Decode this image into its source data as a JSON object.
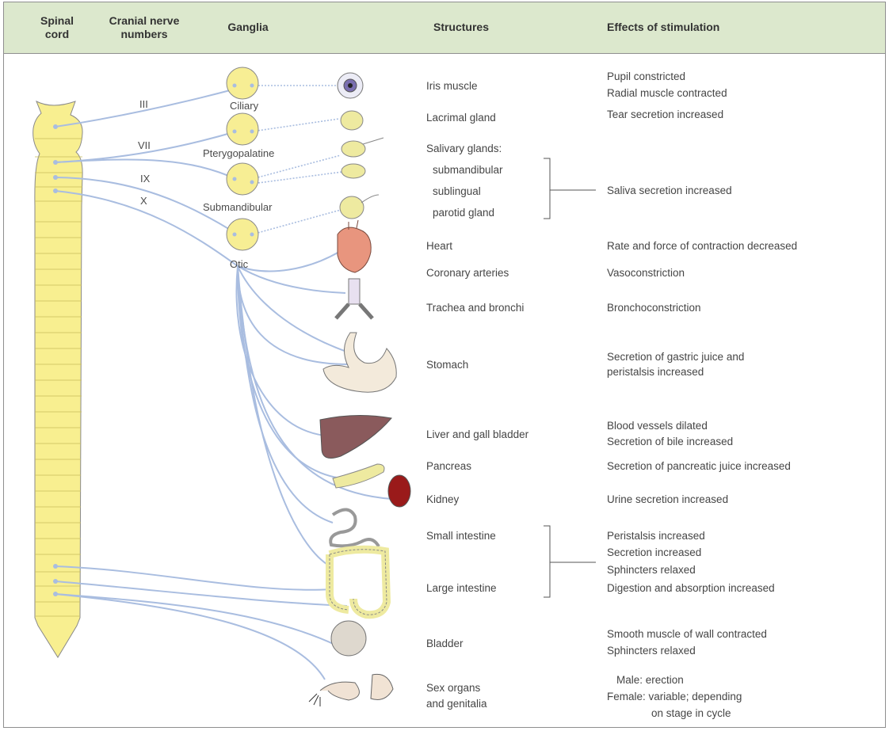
{
  "header": {
    "spinal_cord": "Spinal cord",
    "cranial_nerve_numbers": "Cranial nerve numbers",
    "ganglia": "Ganglia",
    "structures": "Structures",
    "effects": "Effects of stimulation"
  },
  "cranial_nerves": [
    "III",
    "VII",
    "IX",
    "X"
  ],
  "ganglia": [
    "Ciliary",
    "Pterygopalatine",
    "Submandibular",
    "Otic"
  ],
  "structures": {
    "iris": "Iris muscle",
    "lacrimal": "Lacrimal gland",
    "salivary": "Salivary glands:",
    "submandibular": "submandibular",
    "sublingual": "sublingual",
    "parotid": "parotid gland",
    "heart": "Heart",
    "coronary": "Coronary arteries",
    "trachea": "Trachea and bronchi",
    "stomach": "Stomach",
    "liver": "Liver and gall bladder",
    "pancreas": "Pancreas",
    "kidney": "Kidney",
    "small_intestine": "Small intestine",
    "large_intestine": "Large intestine",
    "bladder": "Bladder",
    "sex_organs_1": "Sex organs",
    "sex_organs_2": "and genitalia"
  },
  "effects": {
    "iris_1": "Pupil constricted",
    "iris_2": "Radial muscle contracted",
    "lacrimal": "Tear secretion increased",
    "salivary": "Saliva secretion increased",
    "heart": "Rate and force of contraction decreased",
    "coronary": "Vasoconstriction",
    "trachea": "Bronchoconstriction",
    "stomach_1": "Secretion of gastric juice and",
    "stomach_2": "peristalsis increased",
    "liver_1": "Blood vessels dilated",
    "liver_2": "Secretion of bile increased",
    "pancreas": "Secretion of pancreatic juice increased",
    "kidney": "Urine secretion increased",
    "intestine_1": "Peristalsis increased",
    "intestine_2": "Secretion increased",
    "intestine_3": "Sphincters relaxed",
    "intestine_4": "Digestion and absorption increased",
    "bladder_1": "Smooth muscle of wall contracted",
    "bladder_2": "Sphincters relaxed",
    "sex_1": "Male:  erection",
    "sex_2": "Female:  variable; depending",
    "sex_3": "on stage in cycle"
  },
  "colors": {
    "header_bg": "#dce8cd",
    "nerve": "#a9bde0",
    "ganglion": "#f7ee94",
    "cord": "#f8ef90"
  }
}
